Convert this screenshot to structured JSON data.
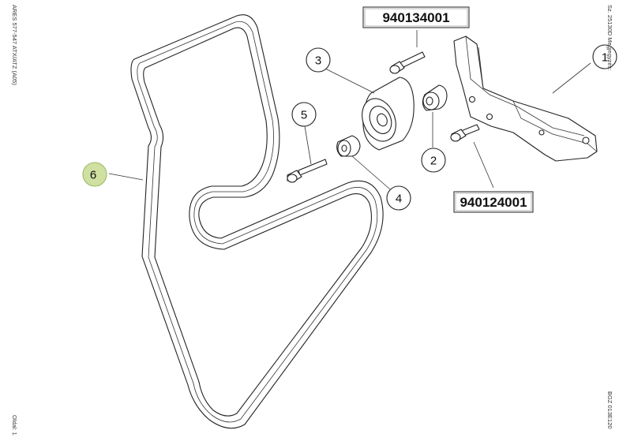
{
  "callouts": {
    "c1": "1",
    "c2": "2",
    "c3": "3",
    "c4": "4",
    "c5": "5",
    "c6": "6"
  },
  "part_numbers": {
    "top": "940134001",
    "bottom": "940124001"
  },
  "side_text": {
    "left_top": "ARES 577-547 ATX/ATZ (A05)",
    "left_bottom": "Oldal: 1",
    "right_top": "Sz. 25130D   Megjegyzés:",
    "right_bottom": "BGZ 013E120"
  },
  "colors": {
    "highlight_fill": "#cfe0a0",
    "highlight_stroke": "#9fb86a",
    "line": "#222222"
  }
}
